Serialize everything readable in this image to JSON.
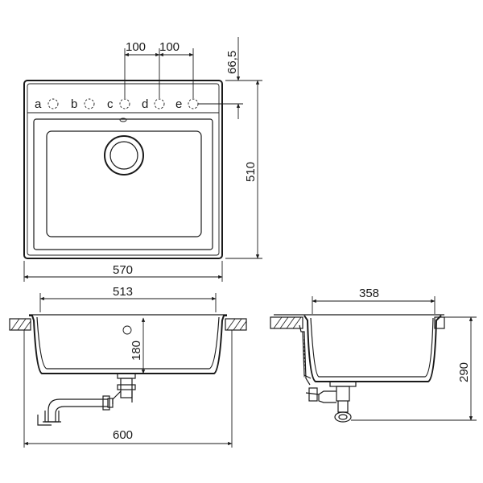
{
  "top_view": {
    "dim_width": "570",
    "dim_height": "510",
    "dim_hole_spacing_1": "100",
    "dim_hole_spacing_2": "100",
    "dim_hole_offset": "66,5",
    "holes": [
      "a",
      "b",
      "c",
      "d",
      "e"
    ]
  },
  "front_view": {
    "dim_bowl_width": "513",
    "dim_overflow_height": "180",
    "dim_cabinet_width": "600"
  },
  "side_view": {
    "dim_bowl_length": "358",
    "dim_depth": "290"
  }
}
